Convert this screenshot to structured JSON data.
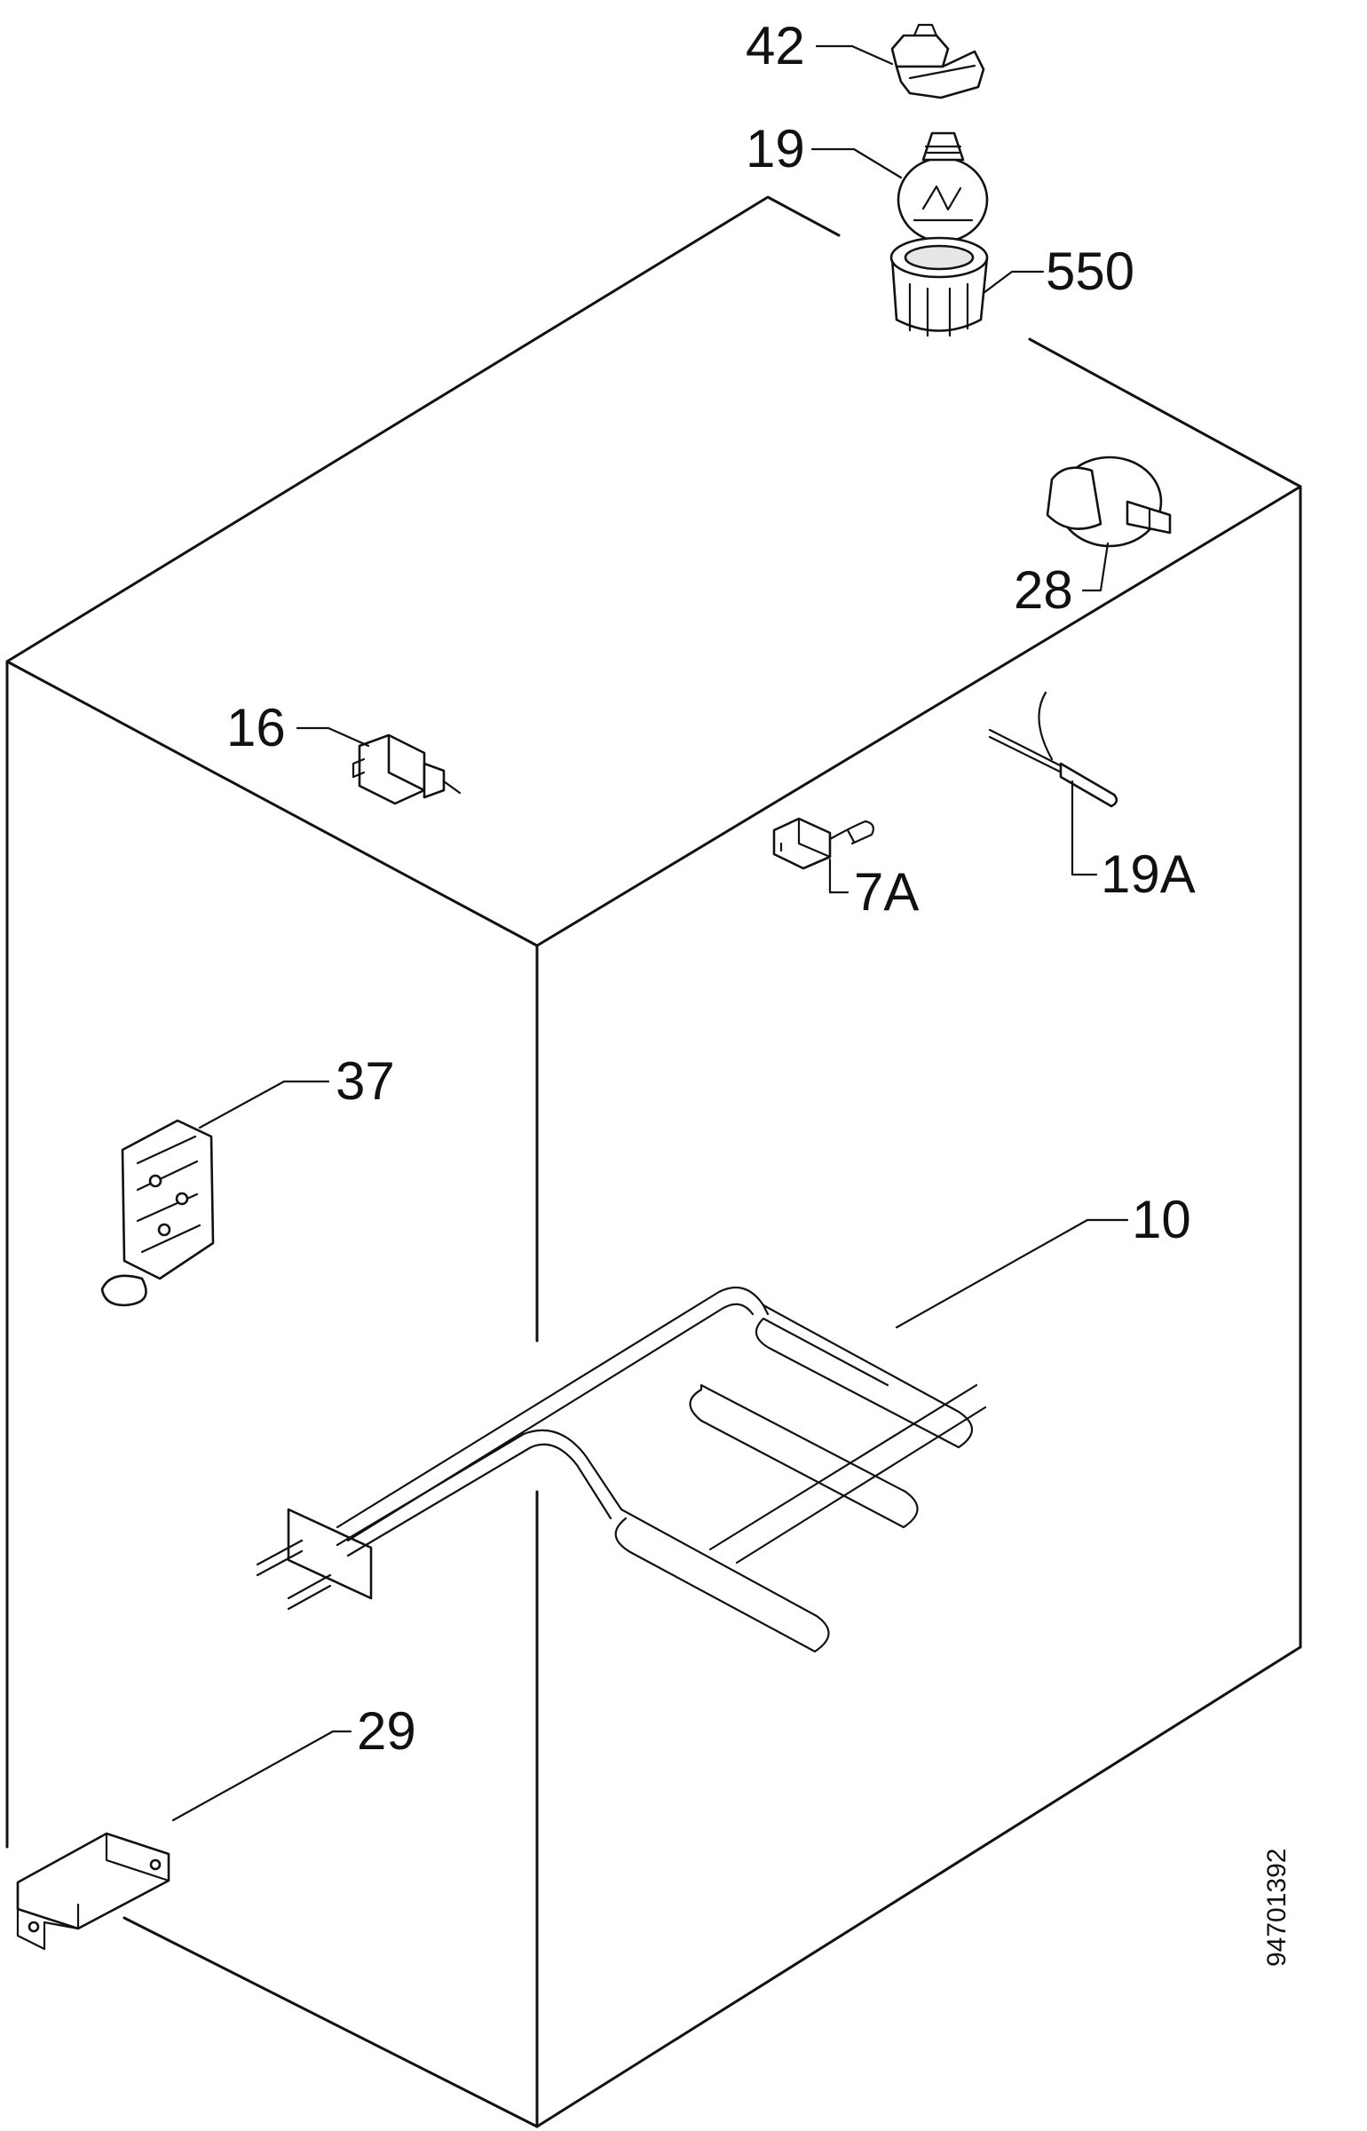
{
  "diagram": {
    "drawing_number": "94701392",
    "parts": [
      {
        "id": "p42",
        "label": "42"
      },
      {
        "id": "p19",
        "label": "19"
      },
      {
        "id": "p550",
        "label": "550"
      },
      {
        "id": "p28",
        "label": "28"
      },
      {
        "id": "p16",
        "label": "16"
      },
      {
        "id": "p7a",
        "label": "7A"
      },
      {
        "id": "p19a",
        "label": "19A"
      },
      {
        "id": "p37",
        "label": "37"
      },
      {
        "id": "p10",
        "label": "10"
      },
      {
        "id": "p29",
        "label": "29"
      }
    ]
  }
}
